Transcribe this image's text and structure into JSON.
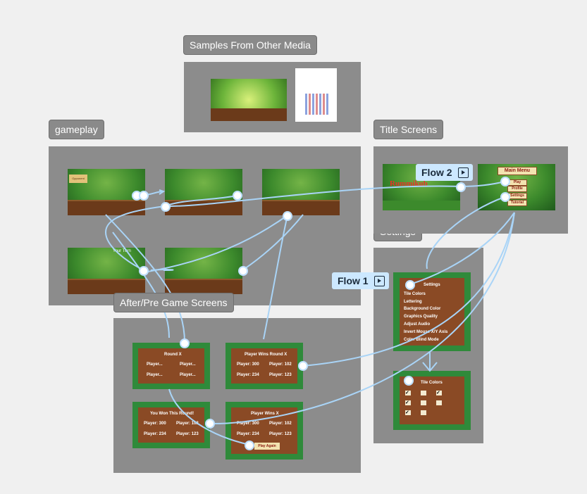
{
  "sections": {
    "samples": "Samples From Other Media",
    "gameplay": "gameplay",
    "title_screens": "Title Screens",
    "settings": "Settings",
    "after_pre": "After/Pre Game Screens"
  },
  "flows": {
    "flow1": "Flow 1",
    "flow2": "Flow 2"
  },
  "gameplay_screens": {
    "s1_badge": "Opponent",
    "s4_caption": "Your Turn"
  },
  "title": {
    "logo": "Rummikub",
    "menu_title": "Main Menu",
    "buttons": [
      "Play",
      "Profile",
      "Settings",
      "Tutorial"
    ]
  },
  "settings_menu": {
    "title": "Settings",
    "items": [
      "Tile Colors",
      "Lettering",
      "Background Color",
      "Graphics Quality",
      "Adjust Audio",
      "Invert Mouse X/Y Axis",
      "Color Blind Mode"
    ]
  },
  "tile_colors": {
    "title": "Tile Colors"
  },
  "round_x": {
    "title": "Round X",
    "p1": "Player...",
    "p2": "Player...",
    "p3": "Player...",
    "p4": "Player..."
  },
  "player_wins_round": {
    "title": "Player Wins Round X",
    "p1": "Player: 300",
    "p2": "Player: 102",
    "p3": "Player: 234",
    "p4": "Player: 123"
  },
  "you_won": {
    "title": "You Won This Round!",
    "p1": "Player: 300",
    "p2": "Player: 102",
    "p3": "Player: 234",
    "p4": "Player: 123"
  },
  "player_wins_x": {
    "title": "Player Wins X",
    "p1": "Player: 300",
    "p2": "Player: 102",
    "p3": "Player: 234",
    "p4": "Player: 123",
    "button": "Play Again"
  }
}
